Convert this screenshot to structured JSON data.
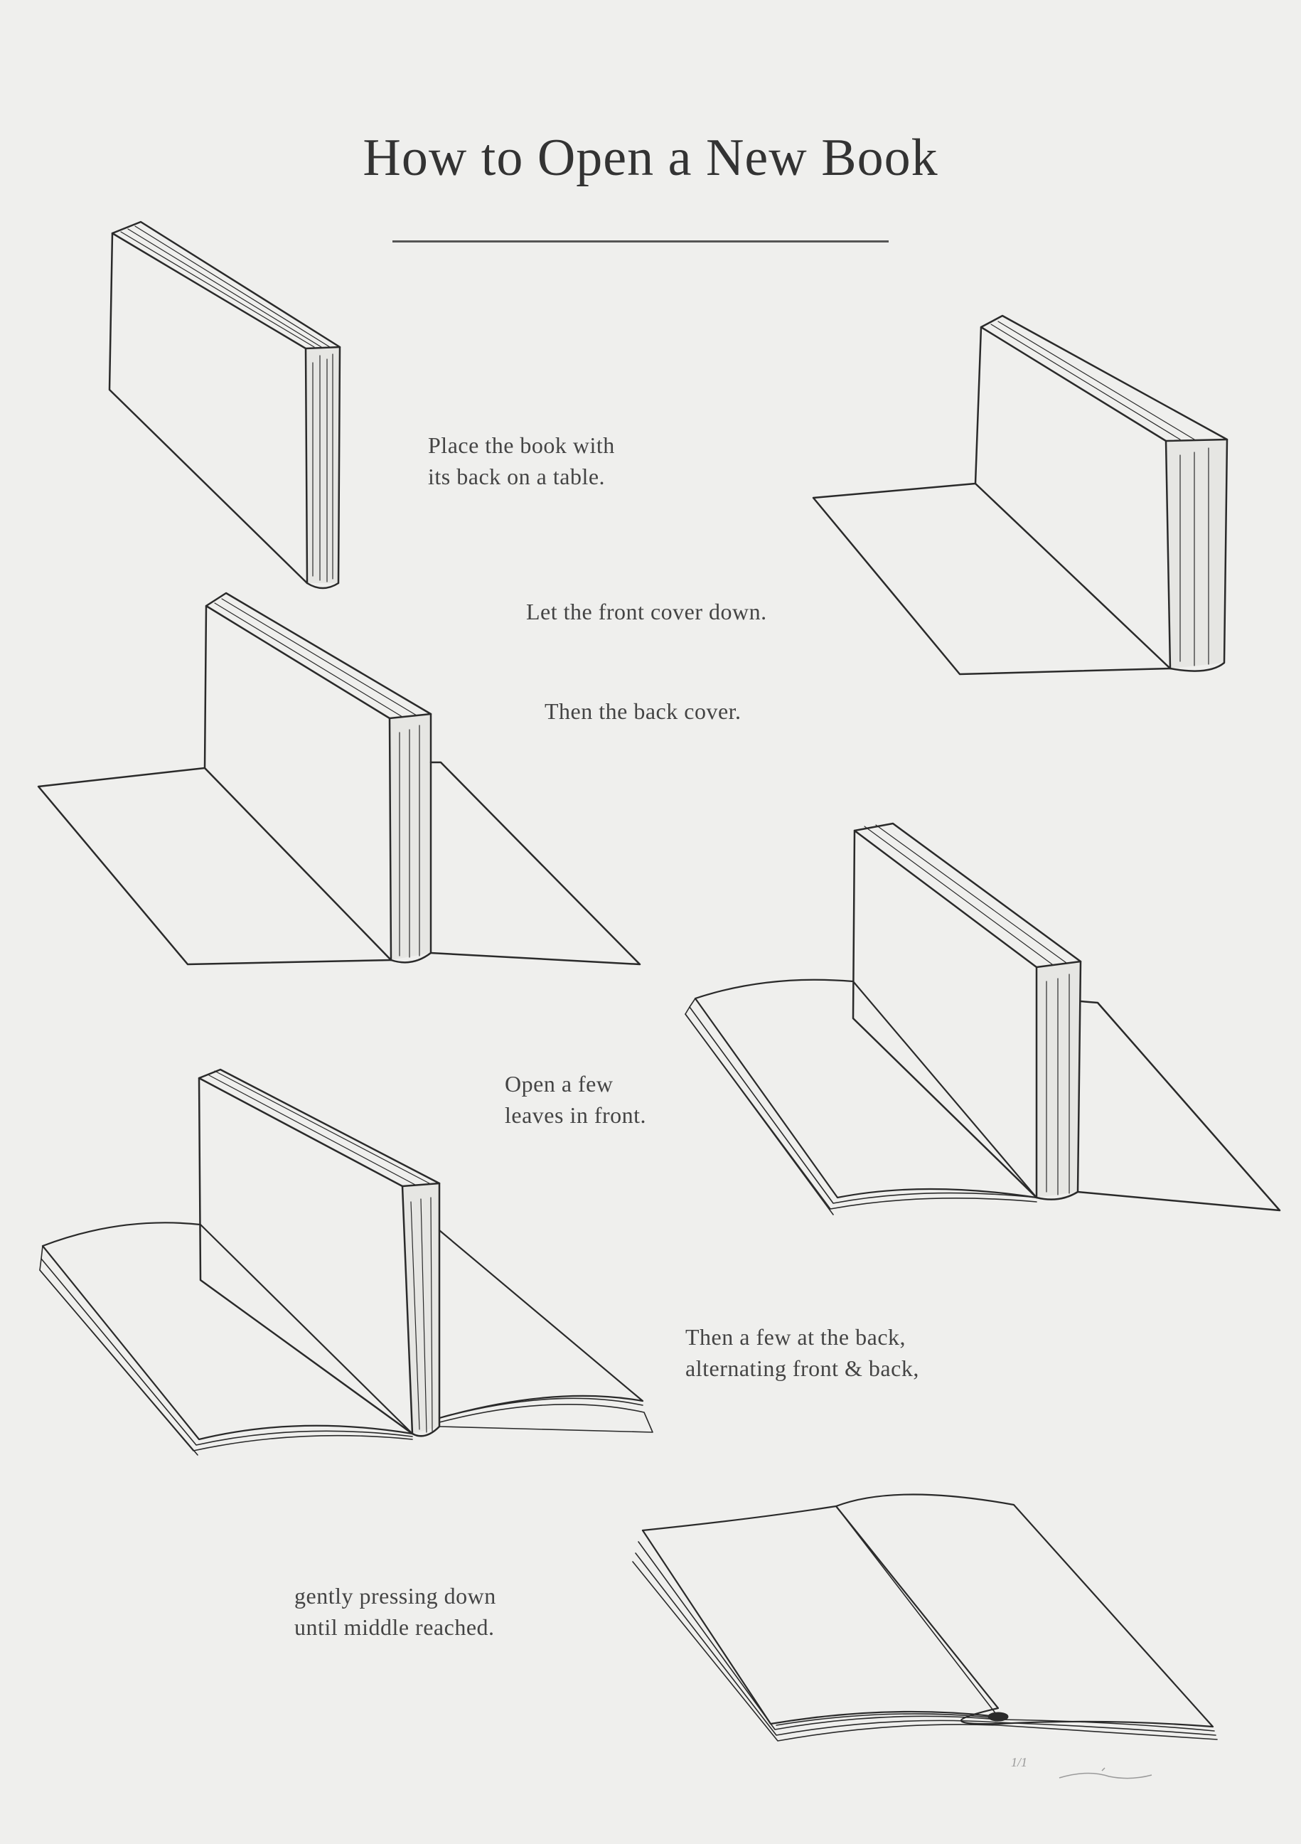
{
  "title": "How to Open a New Book",
  "captions": {
    "step1": [
      "Place the book with",
      "its back on a table."
    ],
    "step2": [
      "Let the front cover down."
    ],
    "step3": [
      "Then the back cover."
    ],
    "step4": [
      "Open a few",
      "leaves in front."
    ],
    "step5": [
      "Then a few at the back,",
      "alternating front & back,"
    ],
    "step6": [
      "gently pressing down",
      "until middle reached."
    ]
  },
  "edition_mark": "1/1",
  "colors": {
    "paper": "#efefed",
    "ink": "#2a2a2a",
    "text": "#444444"
  }
}
